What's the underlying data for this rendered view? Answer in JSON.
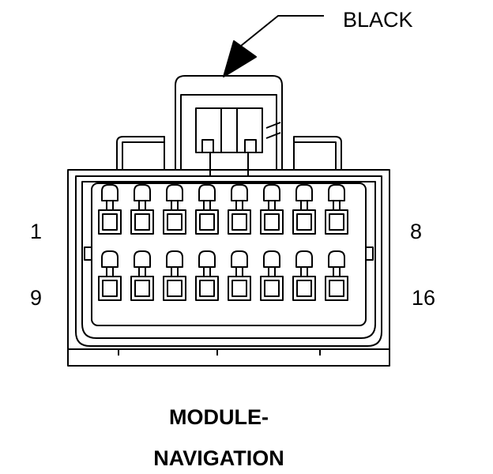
{
  "connector": {
    "color_label": "BLACK",
    "pin_labels": {
      "top_left": "1",
      "top_right": "8",
      "bottom_left": "9",
      "bottom_right": "16"
    },
    "title_line1": "MODULE-",
    "title_line2": "NAVIGATION",
    "rows": 2,
    "pins_per_row": 8
  }
}
